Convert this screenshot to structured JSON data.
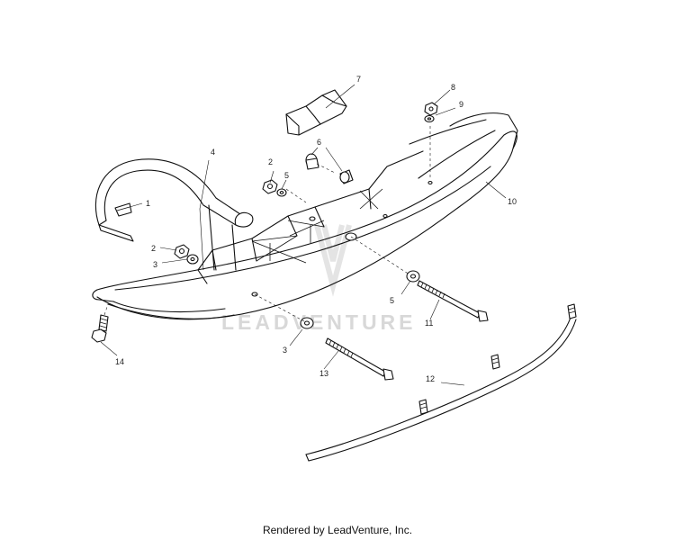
{
  "watermark": "LEADVENTURE",
  "footer": "Rendered by LeadVenture, Inc.",
  "callouts": {
    "c1": "1",
    "c2a": "2",
    "c2b": "2",
    "c3a": "3",
    "c3b": "3",
    "c4": "4",
    "c5a": "5",
    "c5b": "5",
    "c6": "6",
    "c7": "7",
    "c8": "8",
    "c9": "9",
    "c10": "10",
    "c11": "11",
    "c12": "12",
    "c13": "13",
    "c14": "14"
  }
}
